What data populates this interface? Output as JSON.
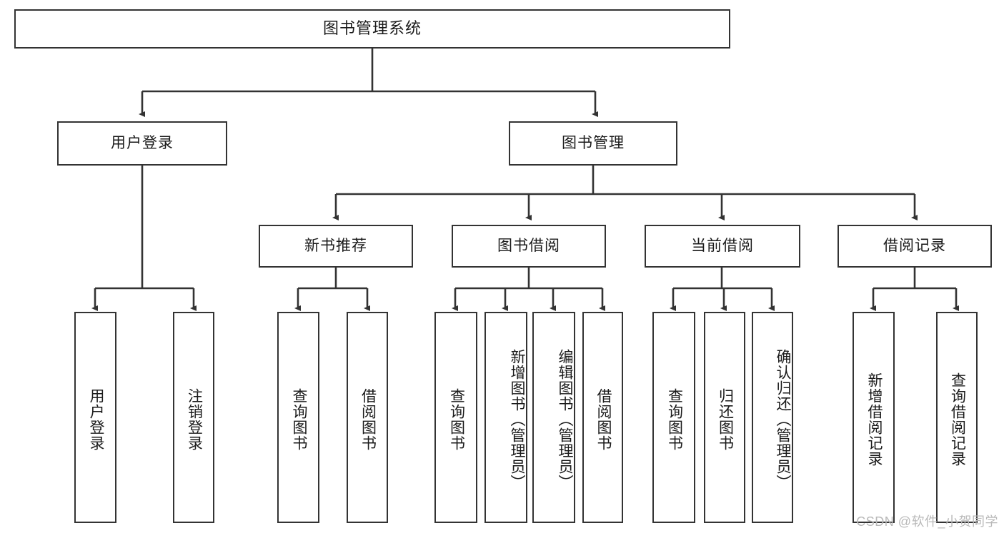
{
  "diagram": {
    "type": "tree",
    "title": "图书管理系统",
    "root": {
      "id": "root",
      "label": "图书管理系统"
    },
    "level2": [
      {
        "id": "user-login",
        "label": "用户登录"
      },
      {
        "id": "book-manage",
        "label": "图书管理"
      }
    ],
    "level3": [
      {
        "id": "new-book-rec",
        "label": "新书推荐",
        "parent": "book-manage"
      },
      {
        "id": "book-borrow",
        "label": "图书借阅",
        "parent": "book-manage"
      },
      {
        "id": "current-borrow",
        "label": "当前借阅",
        "parent": "book-manage"
      },
      {
        "id": "borrow-record",
        "label": "借阅记录",
        "parent": "book-manage"
      }
    ],
    "leaves": {
      "user_login": [
        {
          "id": "leaf-user-login",
          "label": "用户登录"
        },
        {
          "id": "leaf-user-logout",
          "label": "注销登录"
        }
      ],
      "new_book_rec": [
        {
          "id": "leaf-query-book-1",
          "label": "查询图书"
        },
        {
          "id": "leaf-borrow-book-1",
          "label": "借阅图书"
        }
      ],
      "book_borrow": [
        {
          "id": "leaf-query-book-2",
          "label": "查询图书"
        },
        {
          "id": "leaf-add-book",
          "label": "新增图书（管理员）"
        },
        {
          "id": "leaf-edit-book",
          "label": "编辑图书（管理员）"
        },
        {
          "id": "leaf-borrow-book-2",
          "label": "借阅图书"
        }
      ],
      "current_borrow": [
        {
          "id": "leaf-query-book-3",
          "label": "查询图书"
        },
        {
          "id": "leaf-return-book",
          "label": "归还图书"
        },
        {
          "id": "leaf-confirm-return",
          "label": "确认归还（管理员）"
        }
      ],
      "borrow_record": [
        {
          "id": "leaf-add-record",
          "label": "新增借阅记录"
        },
        {
          "id": "leaf-query-record",
          "label": "查询借阅记录"
        }
      ]
    }
  },
  "watermark": {
    "text": "CSDN @软件_小贺同学"
  },
  "colors": {
    "background": "#ffffff",
    "box_border": "#333333",
    "box_fill": "#ffffff",
    "text": "#1a1a1a",
    "connector": "#333333",
    "watermark_text": "#b9b9b9"
  }
}
